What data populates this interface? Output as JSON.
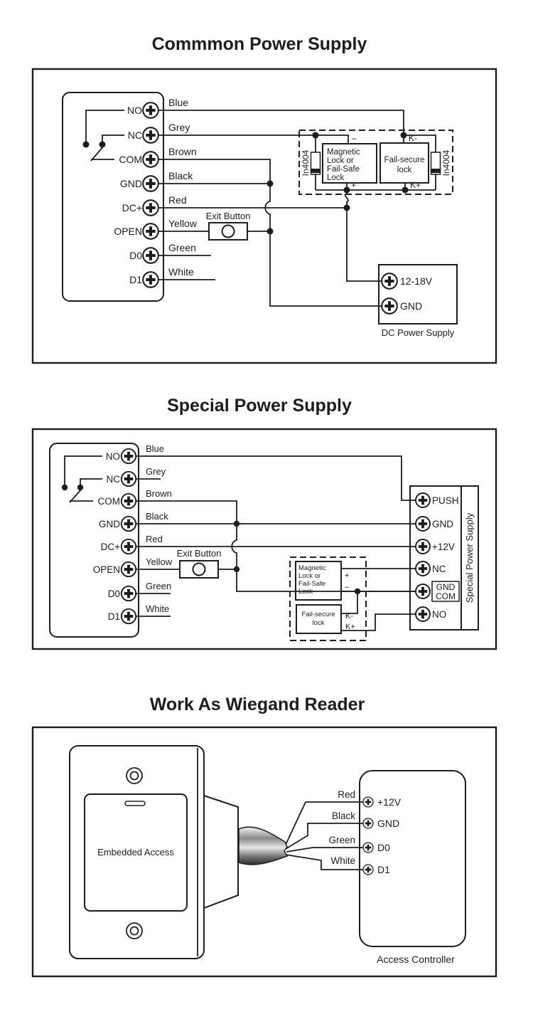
{
  "diagram": {
    "common": {
      "title": "Commmon Power Supply",
      "terminals": [
        "NO",
        "NC",
        "COM",
        "GND",
        "DC+",
        "OPEN",
        "D0",
        "D1"
      ],
      "wires": [
        "Blue",
        "Grey",
        "Brown",
        "Black",
        "Red",
        "Yellow",
        "Green",
        "White"
      ],
      "exit_button": "Exit Button",
      "diode": "In4004",
      "magnetic_lock": [
        "Magnetic",
        "Lock or",
        "Fail-Safe",
        "Lock"
      ],
      "fail_secure": [
        "Fail-secure",
        "lock"
      ],
      "minus": "–",
      "plus": "+",
      "k_minus": "K-",
      "k_plus": "K+",
      "psu": {
        "v": "12-18V",
        "gnd": "GND",
        "label": "DC Power Supply"
      }
    },
    "special": {
      "title": "Special Power Supply",
      "terminals": [
        "NO",
        "NC",
        "COM",
        "GND",
        "DC+",
        "OPEN",
        "D0",
        "D1"
      ],
      "wires": [
        "Blue",
        "Grey",
        "Brown",
        "Black",
        "Red",
        "Yellow",
        "Green",
        "White"
      ],
      "exit_button": "Exit Button",
      "magnetic_lock": [
        "Magnetic",
        "Lock or",
        "Fail-Safe",
        "Lock"
      ],
      "fail_secure": [
        "Fail-secure",
        "lock"
      ],
      "minus": "–",
      "plus": "+",
      "k_minus": "K-",
      "k_plus": "K+",
      "supply": {
        "terminals": [
          "PUSH",
          "GND",
          "+12V",
          "NC",
          "NO"
        ],
        "gnd_com": [
          "GND",
          "COM"
        ],
        "label": "Special Power Supply"
      }
    },
    "wiegand": {
      "title": "Work As Wiegand Reader",
      "device": "Embedded Access",
      "wires": [
        "Red",
        "Black",
        "Green",
        "White"
      ],
      "controller": {
        "terminals": [
          "+12V",
          "GND",
          "D0",
          "D1"
        ],
        "label": "Access Controller"
      }
    }
  }
}
